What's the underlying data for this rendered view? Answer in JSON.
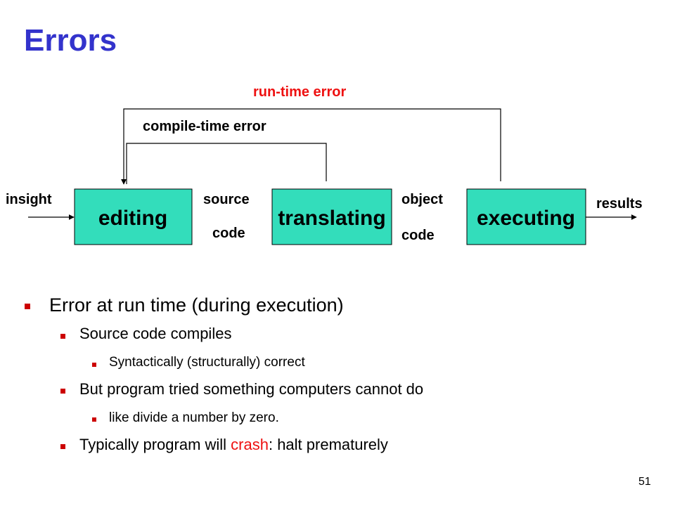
{
  "title": "Errors",
  "diagram": {
    "boxes": [
      "editing",
      "translating",
      "executing"
    ],
    "box_color": "#33ddbb",
    "labels": {
      "insight": "insight",
      "source": "source",
      "source_code": "code",
      "object": "object",
      "object_code": "code",
      "results": "results",
      "runtime_error": "run-time error",
      "compile_error": "compile-time error"
    }
  },
  "bullets": {
    "main": "Error at run time (during execution)",
    "source_compiles": "Source code compiles",
    "syntactically": "Syntactically (structurally) correct",
    "but_program": "But program tried something computers cannot do",
    "divide": "like divide a number by zero.",
    "typically_pre": "Typically program will ",
    "crash": "crash",
    "typically_post": ":  halt prematurely"
  },
  "page_number": "51",
  "colors": {
    "title": "#3333cc",
    "accent_red": "#ee1111",
    "bullet": "#cc0000"
  }
}
